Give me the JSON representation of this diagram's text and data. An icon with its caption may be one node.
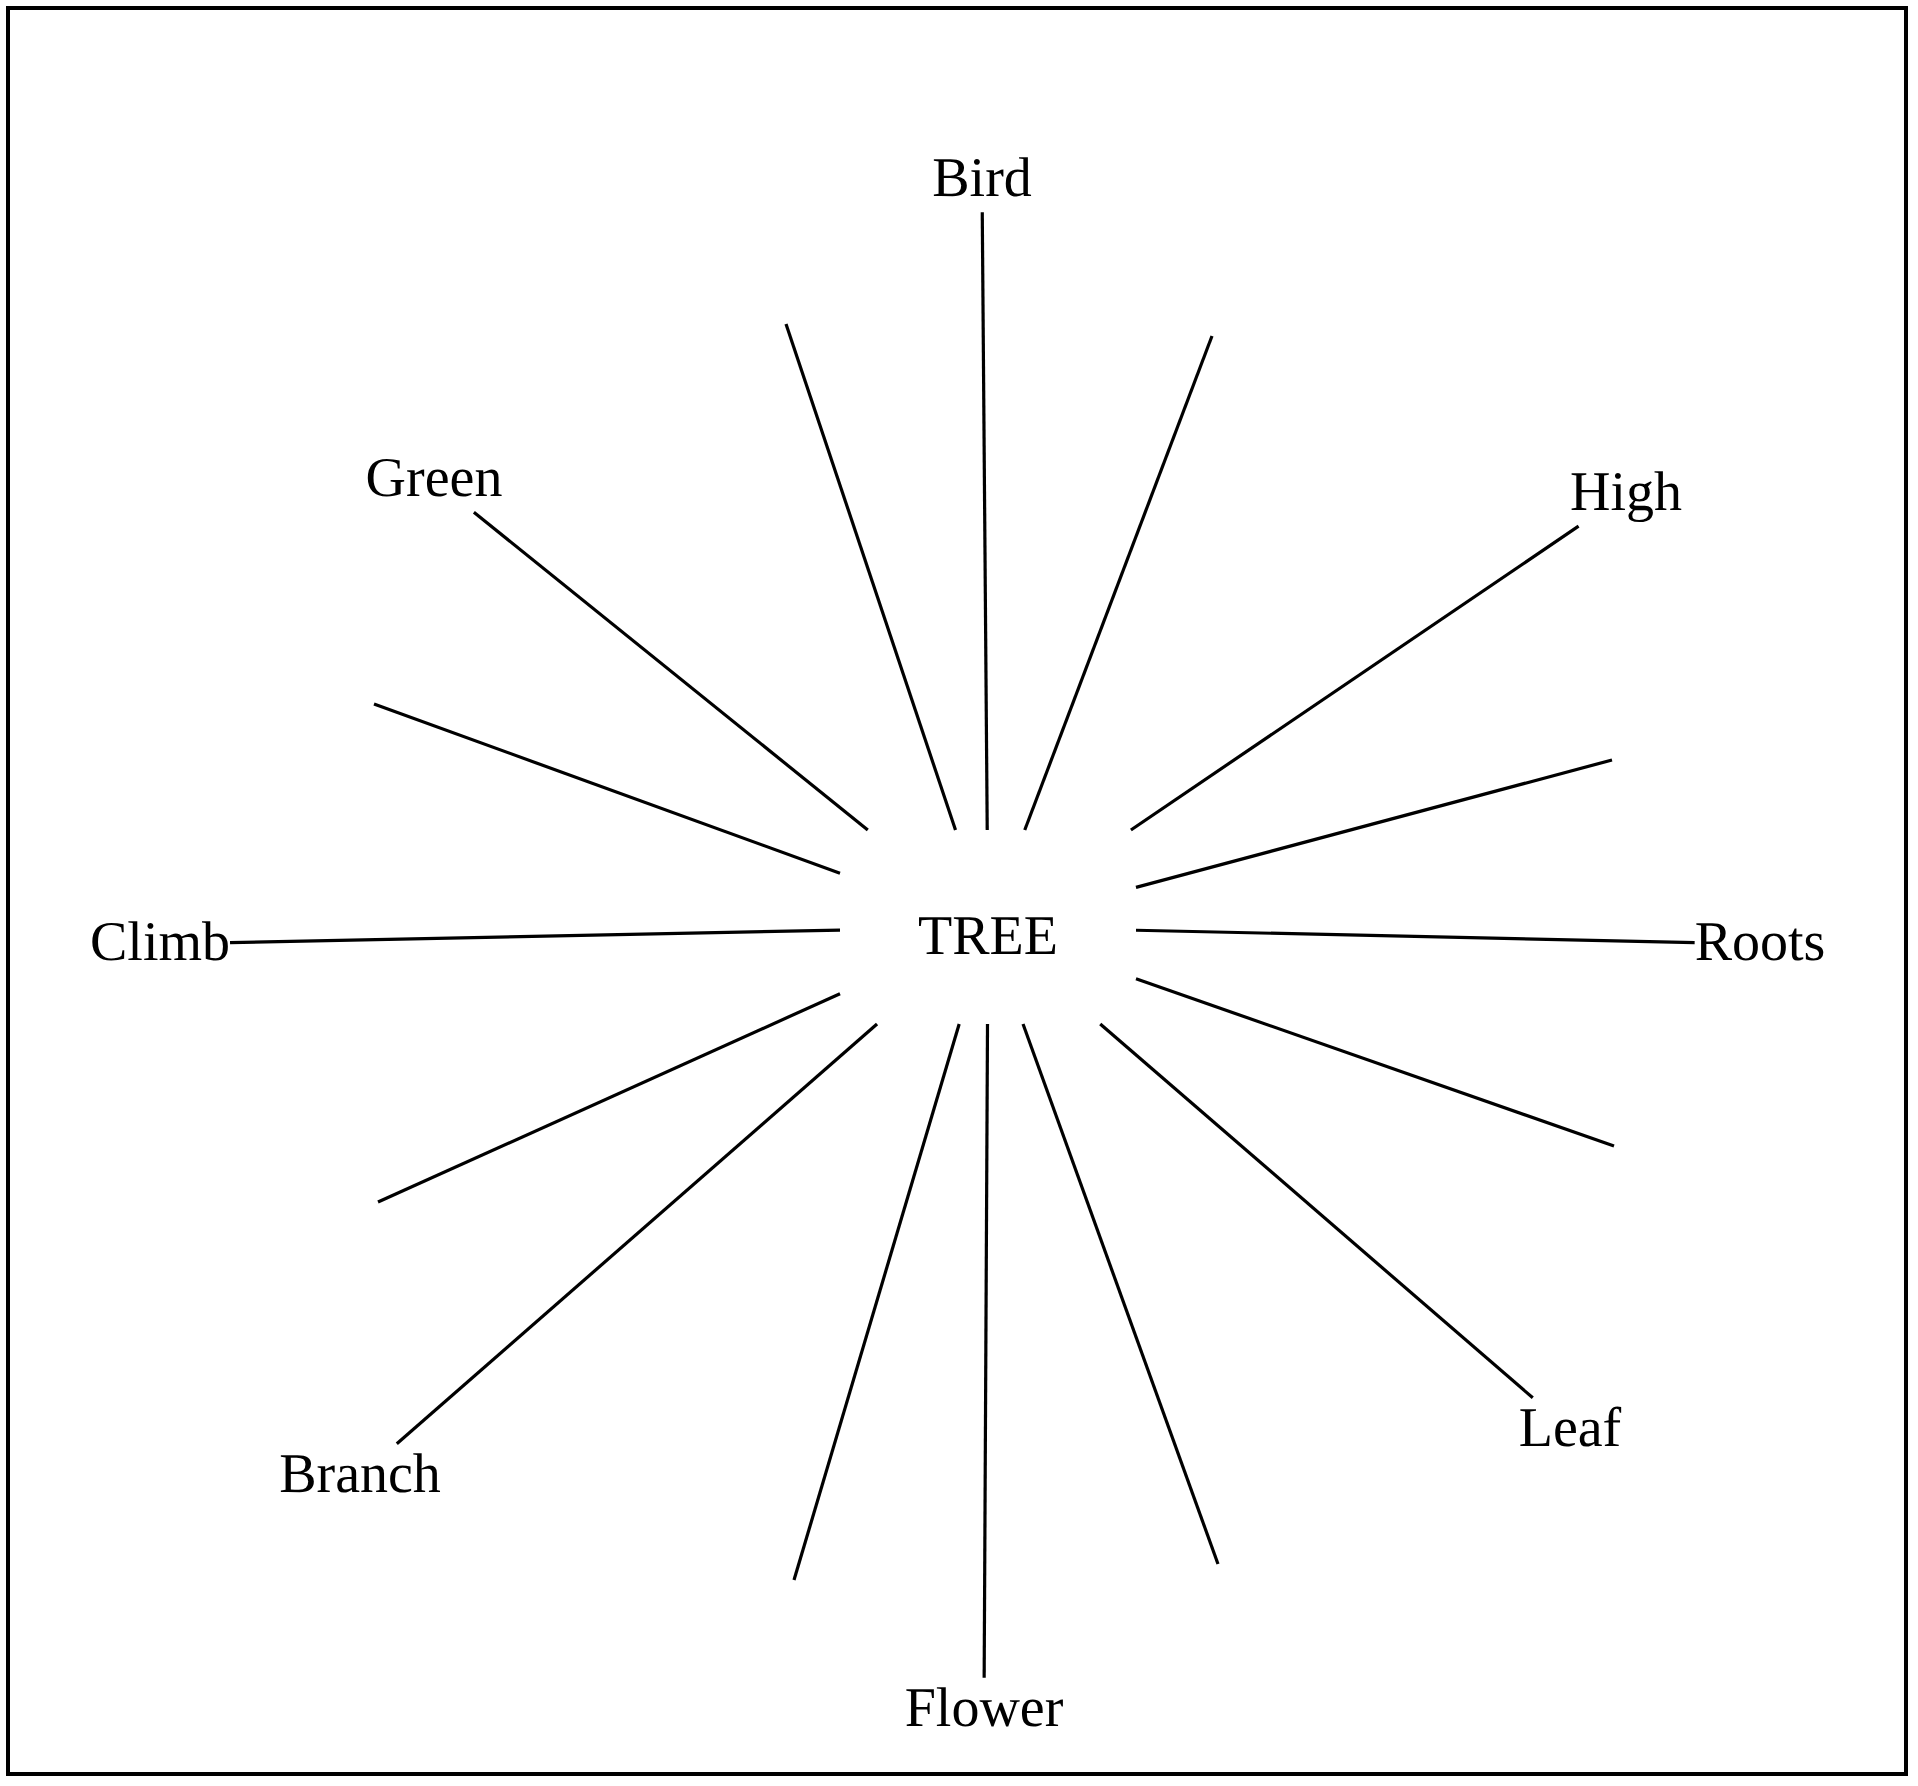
{
  "diagram": {
    "nodes": [
      {
        "text": [
          "Bird"
        ]
      },
      {
        "text": [
          "Green"
        ]
      },
      {
        "text": [
          "High"
        ]
      },
      {
        "text": [
          "Climb"
        ]
      },
      {
        "text": [
          "TREE"
        ]
      },
      {
        "text": [
          "Roots"
        ]
      },
      {
        "text": [
          "Leaf"
        ]
      },
      {
        "text": [
          "Branch"
        ]
      },
      {
        "text": [
          "Flower"
        ]
      }
    ],
    "edges": [
      {
        "from": 4,
        "to": 0,
        "arrow": "none"
      },
      {
        "from": 4,
        "to": null,
        "arrow": "none"
      },
      {
        "from": 4,
        "to": null,
        "arrow": "none"
      },
      {
        "from": 4,
        "to": 1,
        "arrow": "none"
      },
      {
        "from": 4,
        "to": 2,
        "arrow": "none"
      },
      {
        "from": 4,
        "to": null,
        "arrow": "none"
      },
      {
        "from": 4,
        "to": null,
        "arrow": "none"
      },
      {
        "from": 4,
        "to": 3,
        "arrow": "none"
      },
      {
        "from": 4,
        "to": 5,
        "arrow": "none"
      },
      {
        "from": 4,
        "to": null,
        "arrow": "none"
      },
      {
        "from": 4,
        "to": null,
        "arrow": "none"
      },
      {
        "from": 4,
        "to": 7,
        "arrow": "none"
      },
      {
        "from": 4,
        "to": 6,
        "arrow": "none"
      },
      {
        "from": 4,
        "to": null,
        "arrow": "none"
      },
      {
        "from": 4,
        "to": 8,
        "arrow": "none"
      },
      {
        "from": 4,
        "to": null,
        "arrow": "none"
      }
    ]
  }
}
